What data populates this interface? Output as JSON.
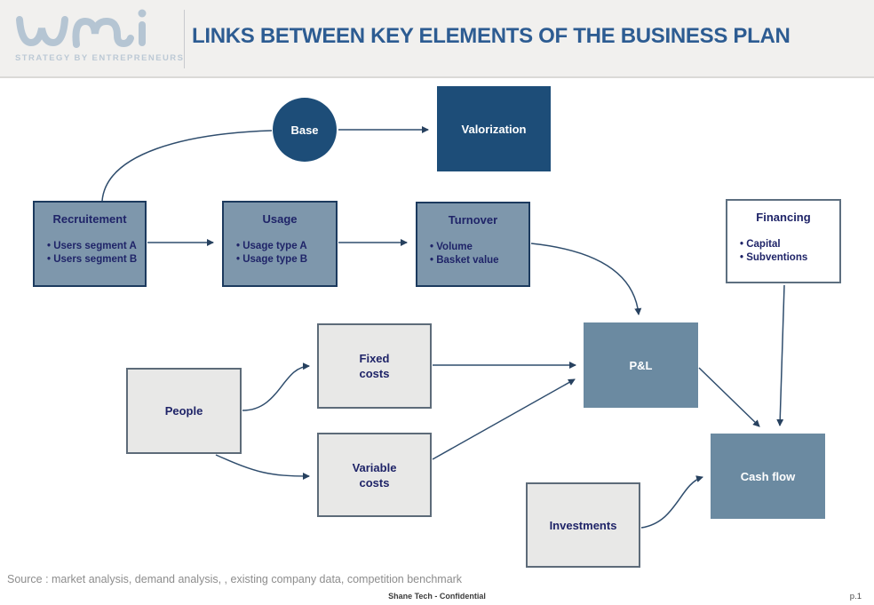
{
  "header": {
    "brand": "wmi",
    "tagline": "STRATEGY BY ENTREPRENEURS",
    "title": "LINKS BETWEEN KEY ELEMENTS OF THE BUSINESS PLAN"
  },
  "diagram": {
    "nodes": {
      "base": {
        "label": "Base",
        "shape": "circle",
        "style": "dark"
      },
      "valorization": {
        "label": "Valorization",
        "style": "dark"
      },
      "recruitement": {
        "label": "Recruitement",
        "bullets": [
          "Users segment A",
          "Users segment B"
        ],
        "style": "mid"
      },
      "usage": {
        "label": "Usage",
        "bullets": [
          "Usage type A",
          "Usage type B"
        ],
        "style": "mid"
      },
      "turnover": {
        "label": "Turnover",
        "bullets": [
          "Volume",
          "Basket value"
        ],
        "style": "mid"
      },
      "financing": {
        "label": "Financing",
        "bullets": [
          "Capital",
          "Subventions"
        ],
        "style": "white"
      },
      "fixed_costs": {
        "label": "Fixed costs",
        "style": "light"
      },
      "people": {
        "label": "People",
        "style": "light"
      },
      "variable_costs": {
        "label": "Variable costs",
        "style": "light"
      },
      "pnl": {
        "label": "P&L",
        "style": "steel"
      },
      "investments": {
        "label": "Investments",
        "style": "light"
      },
      "cash_flow": {
        "label": "Cash flow",
        "style": "steel"
      }
    },
    "edges": [
      {
        "from": "recruitement",
        "to": "base",
        "arrow": false
      },
      {
        "from": "base",
        "to": "valorization",
        "arrow": true
      },
      {
        "from": "recruitement",
        "to": "usage",
        "arrow": true
      },
      {
        "from": "usage",
        "to": "turnover",
        "arrow": true
      },
      {
        "from": "turnover",
        "to": "pnl",
        "arrow": true
      },
      {
        "from": "fixed_costs",
        "to": "pnl",
        "arrow": true
      },
      {
        "from": "variable_costs",
        "to": "pnl",
        "arrow": true
      },
      {
        "from": "people",
        "to": "fixed_costs",
        "arrow": true
      },
      {
        "from": "people",
        "to": "variable_costs",
        "arrow": true
      },
      {
        "from": "pnl",
        "to": "cash_flow",
        "arrow": true
      },
      {
        "from": "financing",
        "to": "cash_flow",
        "arrow": true
      },
      {
        "from": "investments",
        "to": "cash_flow",
        "arrow": true
      }
    ]
  },
  "footer": {
    "source_line": "Source : market analysis, demand analysis, , existing company data, competition benchmark",
    "confidential": "Shane Tech - Confidential",
    "page": "p.1"
  },
  "colors": {
    "title_blue": "#2d5c92",
    "dark_blue": "#1d4d78",
    "mid_blue": "#7e97ac",
    "steel_blue": "#6b8aa1",
    "light_gray": "#e8e8e7",
    "navy_text": "#1f2468",
    "connector": "#2f4d6d",
    "logo_blue": "#b5c5d3"
  }
}
